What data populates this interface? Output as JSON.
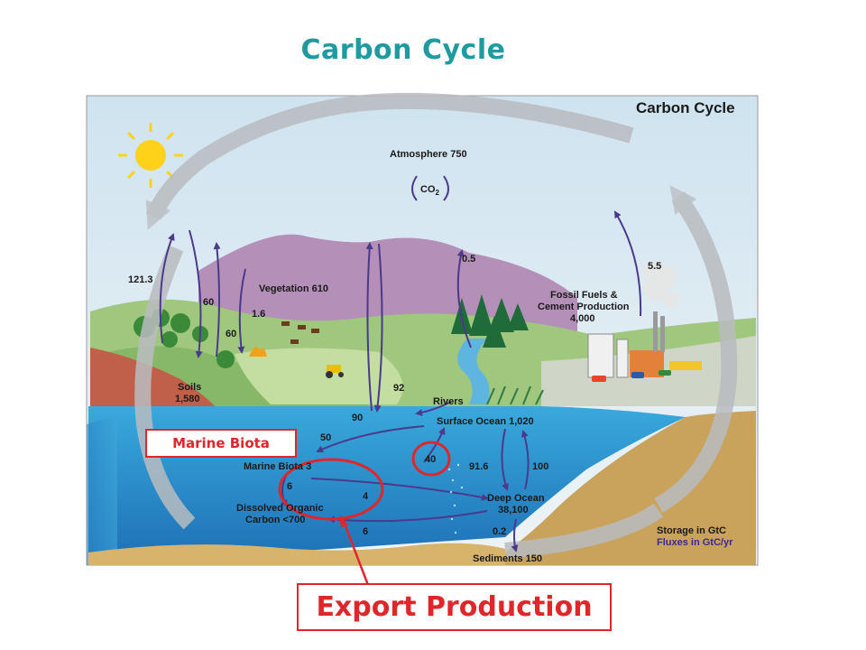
{
  "slide": {
    "title": "Carbon Cycle"
  },
  "diagram": {
    "title": "Carbon Cycle",
    "atmosphere": "Atmosphere 750",
    "co2": "CO",
    "co2_sub": "2",
    "vegetation": "Vegetation 610",
    "soils_line1": "Soils",
    "soils_line2": "1,580",
    "fossil_line1": "Fossil Fuels &",
    "fossil_line2": "Cement Production",
    "fossil_line3": "4,000",
    "rivers": "Rivers",
    "surface_ocean": "Surface Ocean 1,020",
    "marine_biota": "Marine Biota 3",
    "doc_line1": "Dissolved Organic",
    "doc_line2": "Carbon <700",
    "deep_ocean_line1": "Deep Ocean",
    "deep_ocean_line2": "38,100",
    "sediments": "Sediments 150",
    "storage": "Storage in GtC",
    "fluxes": "Fluxes in GtC/yr",
    "flux_values": {
      "f121_3": "121.3",
      "f60a": "60",
      "f60b": "60",
      "f1_6": "1.6",
      "f0_5": "0.5",
      "f5_5": "5.5",
      "f92": "92",
      "f90": "90",
      "f50": "50",
      "f40": "40",
      "f91_6": "91.6",
      "f100": "100",
      "f6a": "6",
      "f4": "4",
      "f6b": "6",
      "f0_2": "0.2"
    }
  },
  "callouts": {
    "marine_biota": "Marine Biota",
    "export_production": "Export Production"
  },
  "colors": {
    "title_teal": "#1e9aa0",
    "callout_red": "#e0262b",
    "flux_arrow": "#4a3a8c"
  }
}
